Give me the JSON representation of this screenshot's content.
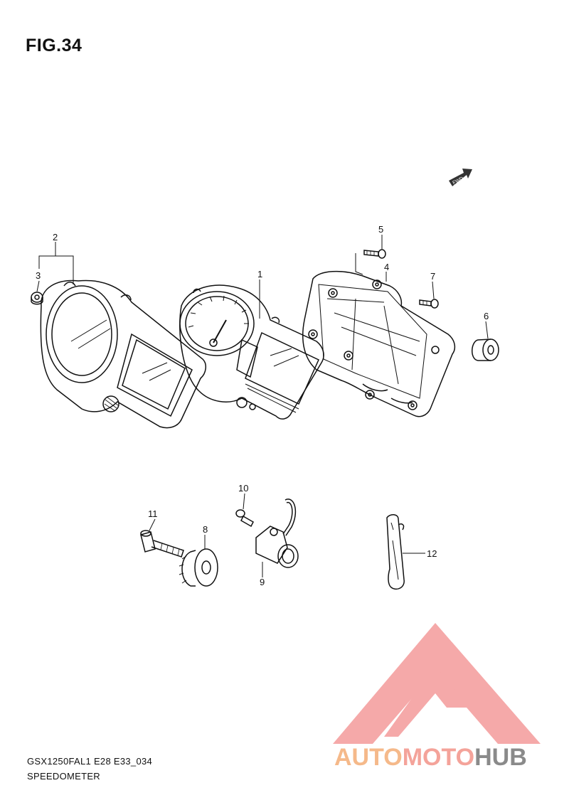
{
  "figure": {
    "title": "FIG.34"
  },
  "callouts": [
    {
      "id": "1",
      "label": "1"
    },
    {
      "id": "2",
      "label": "2"
    },
    {
      "id": "3",
      "label": "3"
    },
    {
      "id": "4",
      "label": "4"
    },
    {
      "id": "5",
      "label": "5"
    },
    {
      "id": "6",
      "label": "6"
    },
    {
      "id": "7",
      "label": "7"
    },
    {
      "id": "8",
      "label": "8"
    },
    {
      "id": "9",
      "label": "9"
    },
    {
      "id": "10",
      "label": "10"
    },
    {
      "id": "11",
      "label": "11"
    },
    {
      "id": "12",
      "label": "12"
    }
  ],
  "fwd_badge": "FWD",
  "footer": {
    "model_code": "GSX1250FAL1 E28 E33_034",
    "section_name": "SPEEDOMETER"
  },
  "watermark": {
    "part1": "AUTO",
    "part2": "MOTO",
    "part3": "HUB",
    "colors": {
      "orange": "#f5b98a",
      "red": "#f4a39a",
      "gray": "#8a8a8a"
    }
  }
}
